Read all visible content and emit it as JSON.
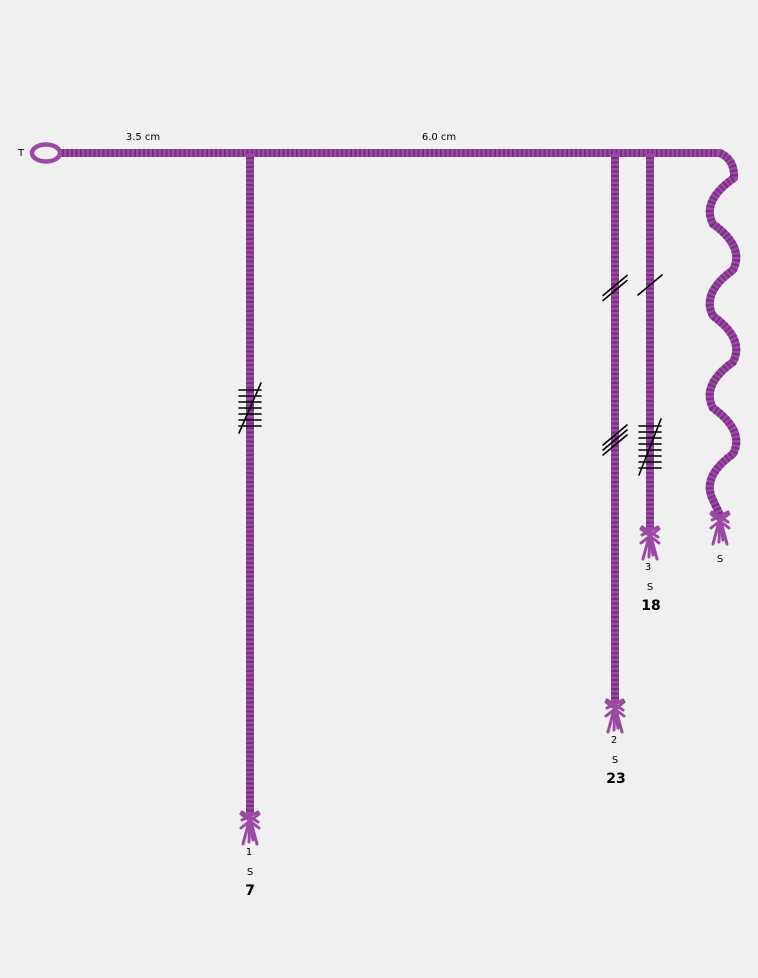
{
  "diagram": {
    "type": "khipu",
    "colors": {
      "cord": "#9a4aa2",
      "cord_dark": "#7a2f86",
      "knot": "#000000",
      "background": "#f0f0f0"
    },
    "primary_cord": {
      "start_label": "T"
    },
    "spacing_labels": [
      "3.5 cm",
      "6.0 cm"
    ],
    "pendants": [
      {
        "number": "1",
        "end": "S",
        "value": "7",
        "knot_clusters": [
          {
            "type": "long",
            "turns": 7
          }
        ]
      },
      {
        "number": "2",
        "end": "S",
        "value": "23",
        "knot_clusters": [
          {
            "type": "single",
            "count": 2
          },
          {
            "type": "single",
            "count": 3
          }
        ]
      },
      {
        "number": "3",
        "end": "S",
        "value": "18",
        "knot_clusters": [
          {
            "type": "single",
            "count": 1
          },
          {
            "type": "long",
            "turns": 8
          }
        ]
      },
      {
        "number": "",
        "end": "S",
        "value": "",
        "wavy": true,
        "knot_clusters": []
      }
    ]
  }
}
